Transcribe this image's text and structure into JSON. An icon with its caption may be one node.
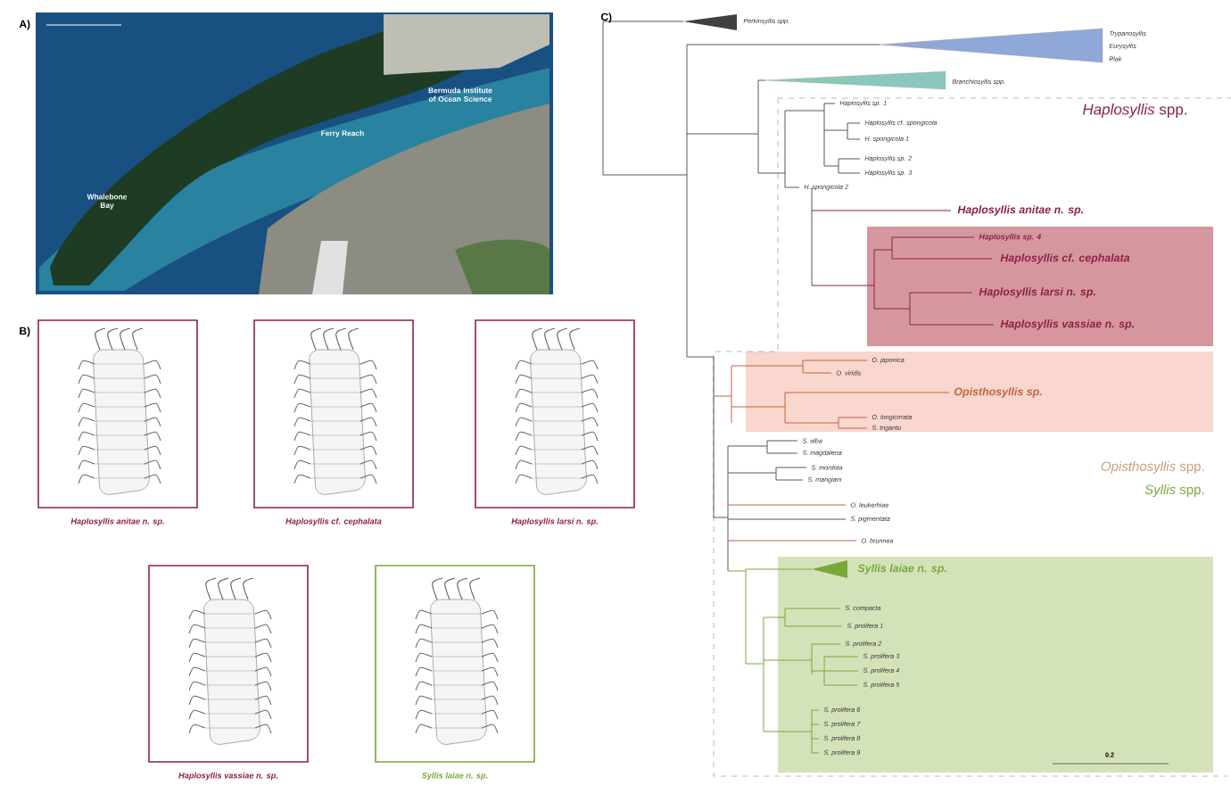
{
  "diagram": {
    "nodes": [
      {
        "text": [],
        "shape": "picture"
      },
      {
        "text": [],
        "shape": "picture",
        "beside": [
          "Haplosyllis anitae n. sp."
        ]
      },
      {
        "text": [],
        "shape": "picture",
        "beside": [
          "Haplosyllis cf. cephalata"
        ]
      },
      {
        "text": [],
        "shape": "picture",
        "beside": [
          "Haplosyllis larsi n. sp."
        ]
      },
      {
        "text": [],
        "shape": "picture",
        "beside": [
          "Haplosyllis vassiae n. sp."
        ]
      },
      {
        "text": [],
        "shape": "picture",
        "beside": [
          "Syllis laiae n. sp."
        ]
      },
      {
        "text": [
          "Haplosyllis sp. 4",
          "Haplosyllis cf. cephalata",
          "Haplosyllis larsi n. sp.",
          "Haplosyllis vassiae n. sp."
        ]
      },
      {
        "text": [
          "O. japonica",
          "O. viridis",
          "Opisthosyllis sp.",
          "O. longicirrata",
          "S. trigantu"
        ]
      },
      {
        "text": [
          "Syllis laiae n. sp.",
          "S. compacta",
          "S. prolifera 1",
          "S. prolifera 2",
          "S. prolifera 3",
          "S. prolifera 4",
          "S. prolifera 5",
          "S. prolifera 6",
          "S. prolifera 7",
          "S. prolifera 8",
          "S. prolifera 9"
        ]
      }
    ],
    "labels": [
      "A)",
      "B)",
      "C)",
      "Whalebone Bay",
      "Ferry Reach",
      "Bermuda Institute of Ocean Science",
      "Perkinsyllis spp.",
      "Trypanosyllis",
      "Eurysyllis",
      "Plak",
      "Branchiosyllis spp.",
      "*Haplosyllis* spp.",
      "Haplosyllis sp. 1",
      "Haplosyllis cf. spongicola",
      "H. spongicola 1",
      "Haplosyllis sp. 2",
      "Haplosyllis sp. 3",
      "H. spongicola 2",
      "Haplosyllis anitae n. sp.",
      "S. alba",
      "S. magdalena",
      "S. mordota",
      "S. mangiani",
      "O. leukerhiae",
      "S. pigmentata",
      "O. brunnea",
      "*Opisthosyllis* spp.",
      "*Syllis* spp.",
      "0.2"
    ]
  }
}
